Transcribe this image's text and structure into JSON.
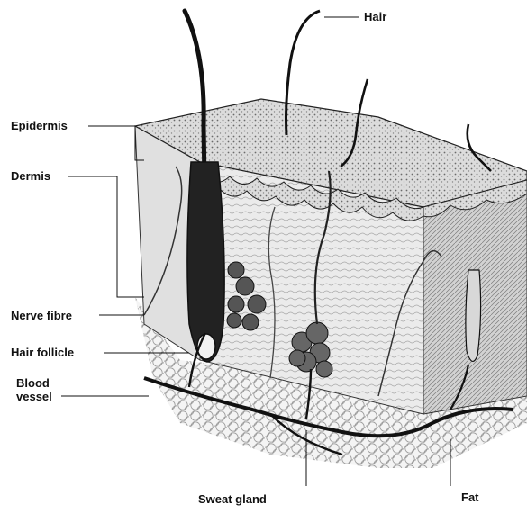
{
  "labels": {
    "hair": "Hair",
    "epidermis": "Epidermis",
    "dermis": "Dermis",
    "nerve_fibre": "Nerve fibre",
    "hair_follicle": "Hair follicle",
    "blood_vessel_line1": "Blood",
    "blood_vessel_line2": "vessel",
    "sweat_gland": "Sweat gland",
    "fat": "Fat"
  },
  "colors": {
    "ink": "#111111",
    "tissue": "#e6e6e6",
    "epidermis": "#cfcfcf",
    "fat": "#f2f2f2"
  }
}
